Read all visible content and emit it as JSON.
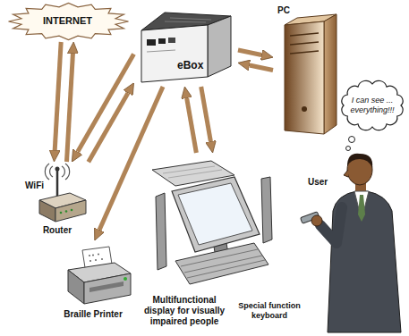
{
  "diagram": {
    "nodes": [
      {
        "text": [
          "INTERNET"
        ]
      },
      {
        "text": [
          "eBox"
        ]
      },
      {
        "text": [
          "PC"
        ]
      },
      {
        "text": [
          "WiFi",
          "Router"
        ]
      },
      {
        "text": [
          "Braille Printer"
        ]
      },
      {
        "text": [
          "Multifunctional display for visually impaired people"
        ]
      },
      {
        "text": [
          "Special function keyboard"
        ],
        "in": 5
      },
      {
        "text": [
          "User"
        ]
      },
      {
        "text": [
          "I can see ... everything!!!"
        ]
      }
    ],
    "edges": [
      {
        "from": 3,
        "to": 0,
        "arrow": "to"
      },
      {
        "from": 0,
        "to": 3,
        "arrow": "to"
      },
      {
        "from": 3,
        "to": 1,
        "arrow": "to"
      },
      {
        "from": 1,
        "to": 3,
        "arrow": "to"
      },
      {
        "from": 1,
        "to": 4,
        "arrow": "to"
      },
      {
        "from": 1,
        "to": 2,
        "arrow": "to"
      },
      {
        "from": 2,
        "to": 1,
        "arrow": "to"
      },
      {
        "from": 1,
        "to": 5,
        "arrow": "to"
      },
      {
        "from": 5,
        "to": 1,
        "arrow": "to"
      }
    ]
  }
}
